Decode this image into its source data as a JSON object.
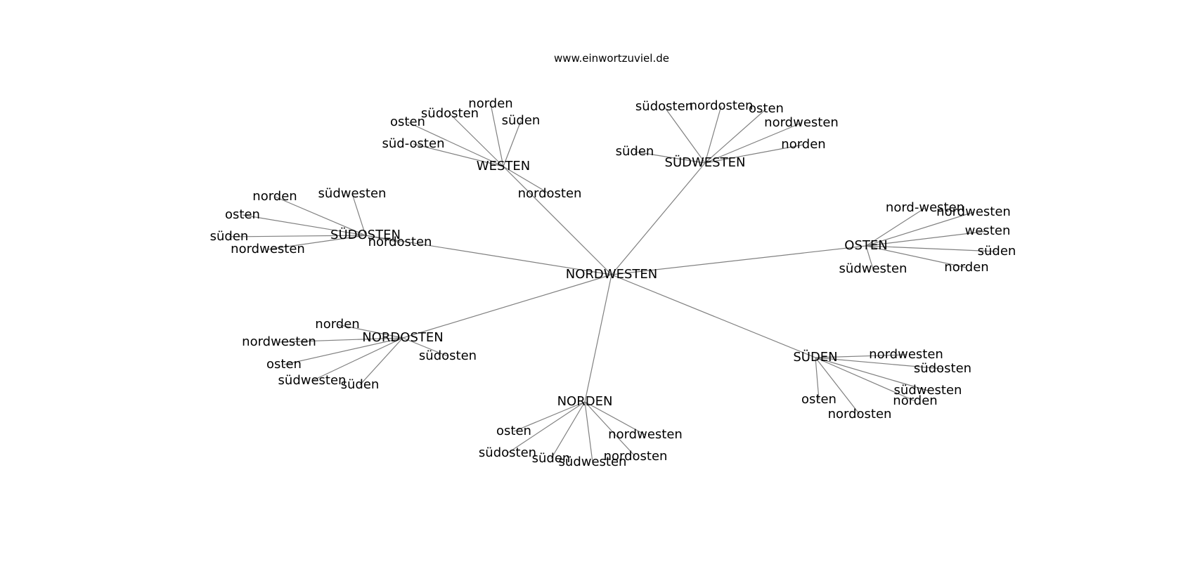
{
  "site": "www.einwortzuviel.de",
  "graph": {
    "root": "NORDWESTEN",
    "hubs": [
      {
        "label": "WESTEN",
        "leaves": [
          "norden",
          "südosten",
          "osten",
          "süden",
          "süd-osten",
          "nordosten"
        ]
      },
      {
        "label": "SÜDWESTEN",
        "leaves": [
          "südosten",
          "nordosten",
          "osten",
          "nordwesten",
          "norden",
          "süden"
        ]
      },
      {
        "label": "SÜDOSTEN",
        "leaves": [
          "norden",
          "südwesten",
          "osten",
          "süden",
          "nordwesten",
          "nordosten"
        ]
      },
      {
        "label": "OSTEN",
        "leaves": [
          "nord-westen",
          "nordwesten",
          "westen",
          "süden",
          "südwesten",
          "norden"
        ]
      },
      {
        "label": "NORDOSTEN",
        "leaves": [
          "norden",
          "nordwesten",
          "osten",
          "südwesten",
          "süden",
          "südosten"
        ]
      },
      {
        "label": "SÜDEN",
        "leaves": [
          "nordwesten",
          "südosten",
          "südwesten",
          "norden",
          "osten",
          "nordosten"
        ]
      },
      {
        "label": "NORDEN",
        "leaves": [
          "osten",
          "südosten",
          "süden",
          "südwesten",
          "nordosten",
          "nordwesten"
        ]
      }
    ]
  }
}
